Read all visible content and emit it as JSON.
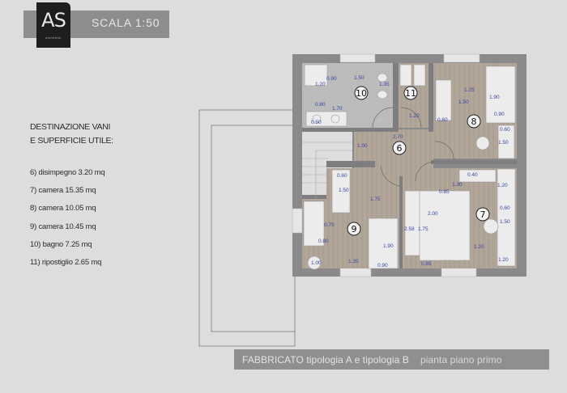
{
  "header": {
    "logo_mark": "AS",
    "logo_sub": "architetto",
    "scale": "SCALA 1:50"
  },
  "legend": {
    "title_line1": "DESTINAZIONE VANI",
    "title_line2": "E SUPERFICIE UTILE:",
    "items": [
      {
        "num": "6",
        "label": "6) disimpegno 3.20 mq",
        "name": "disimpegno",
        "area_mq": 3.2
      },
      {
        "num": "7",
        "label": "7) camera 15.35 mq",
        "name": "camera",
        "area_mq": 15.35
      },
      {
        "num": "8",
        "label": "8) camera 10.05 mq",
        "name": "camera",
        "area_mq": 10.05
      },
      {
        "num": "9",
        "label": "9) camera 10.45 mq",
        "name": "camera",
        "area_mq": 10.45
      },
      {
        "num": "10",
        "label": "10) bagno 7.25 mq",
        "name": "bagno",
        "area_mq": 7.25
      },
      {
        "num": "11",
        "label": "11) ripostiglio 2.65 mq",
        "name": "ripostiglio",
        "area_mq": 2.65
      }
    ]
  },
  "footer": {
    "title": "FABBRICATO tipologia A e tipologia B",
    "subtitle": "pianta piano primo"
  },
  "plan": {
    "room_numbers": [
      "6",
      "7",
      "8",
      "9",
      "10",
      "11"
    ],
    "dimensions": {
      "bagno": [
        "0.90",
        "1.20",
        "1.50",
        "1.35",
        "0.80",
        "1.70",
        "0.50"
      ],
      "ripostiglio": [
        "1.20"
      ],
      "disimpegno": [
        "2.70",
        "1.00"
      ],
      "camera8": [
        "1.25",
        "1.50",
        "0.60",
        "1.90",
        "0.90",
        "0.60",
        "1.50"
      ],
      "camera9": [
        "0.60",
        "1.50",
        "1.75",
        "0.70",
        "0.80",
        "1.00",
        "1.35",
        "1.90",
        "0.90"
      ],
      "camera7": [
        "0.40",
        "1.30",
        "0.85",
        "2.00",
        "2.58",
        "1.75",
        "1.20",
        "0.85",
        "1.20",
        "0.60",
        "1.50",
        "1.20"
      ]
    },
    "colors": {
      "wall": "#8a8a8c",
      "wood_floor": "#b1a69a",
      "tile_floor": "#bdbdbd",
      "dimension_text": "#3846a8"
    }
  }
}
